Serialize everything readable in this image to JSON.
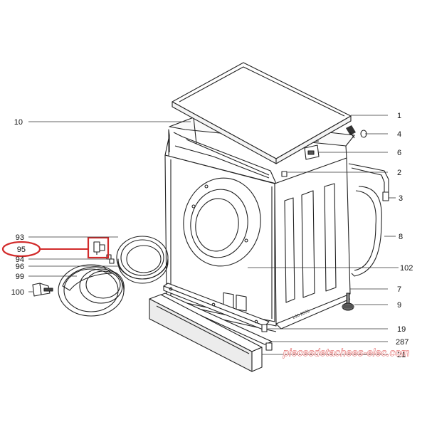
{
  "diagram": {
    "callouts": {
      "c10": "10",
      "c1": "1",
      "c4": "4",
      "c6": "6",
      "c2": "2",
      "c3": "3",
      "c8": "8",
      "c102": "102",
      "c7": "7",
      "c9": "9",
      "c19": "19",
      "c287": "287",
      "c21": "21",
      "c93": "93",
      "c95": "95",
      "c94": "94",
      "c96": "96",
      "c99": "99",
      "c100": "100"
    },
    "panel_code": "L10 2875",
    "watermark": "piecesdetachees-elec.com",
    "colors": {
      "highlight": "#d22b2b",
      "line": "#222222",
      "panel_fill": "#f0f0f0",
      "drawer_fill": "#e6e6e6"
    }
  }
}
